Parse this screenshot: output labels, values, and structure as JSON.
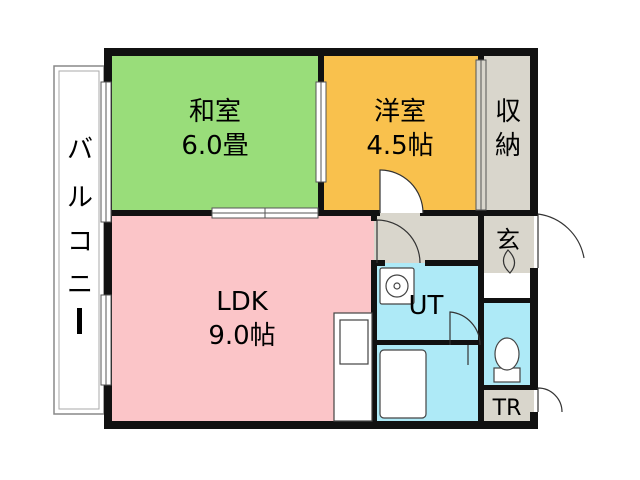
{
  "rooms": {
    "washitsu": {
      "name": "和室",
      "size": "6.0畳",
      "color": "#99dd7a"
    },
    "youshitsu": {
      "name": "洋室",
      "size": "4.5帖",
      "color": "#f9c14d"
    },
    "ldk": {
      "name": "LDK",
      "size": "9.0帖",
      "color": "#fbc5c8"
    },
    "storage": {
      "line1": "収",
      "line2": "納",
      "color": "#d9d6cc"
    },
    "entrance": {
      "name": "玄",
      "color": "#d9d6cc"
    },
    "hall": {
      "color": "#d9d6cc"
    },
    "utility": {
      "name": "UT",
      "color": "#aeeaf7"
    },
    "bath": {
      "color": "#aeeaf7"
    },
    "toilet_area": {
      "color": "#aeeaf7"
    },
    "toilet": {
      "name": "TR",
      "color": "#d9d6cc"
    }
  },
  "balcony": {
    "chars": [
      "バ",
      "ル",
      "コ",
      "ニ",
      "ー"
    ]
  },
  "colors": {
    "wall": "#111111",
    "floor_gray": "#d9d6cc"
  }
}
